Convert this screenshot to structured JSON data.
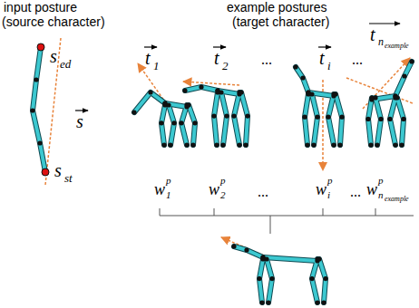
{
  "diagram": {
    "labels": [
      "input posture",
      "(source character)",
      "example postures",
      "(target character)",
      "s",
      "ed",
      "s",
      "st",
      "s",
      "t",
      "1",
      "t",
      "2",
      "...",
      "t",
      "i",
      "...",
      "t",
      "n",
      "example",
      "w",
      "p",
      "1",
      "w",
      "p",
      "2",
      "...",
      "w",
      "p",
      "i",
      "...",
      "w",
      "p",
      "n",
      "example"
    ]
  }
}
